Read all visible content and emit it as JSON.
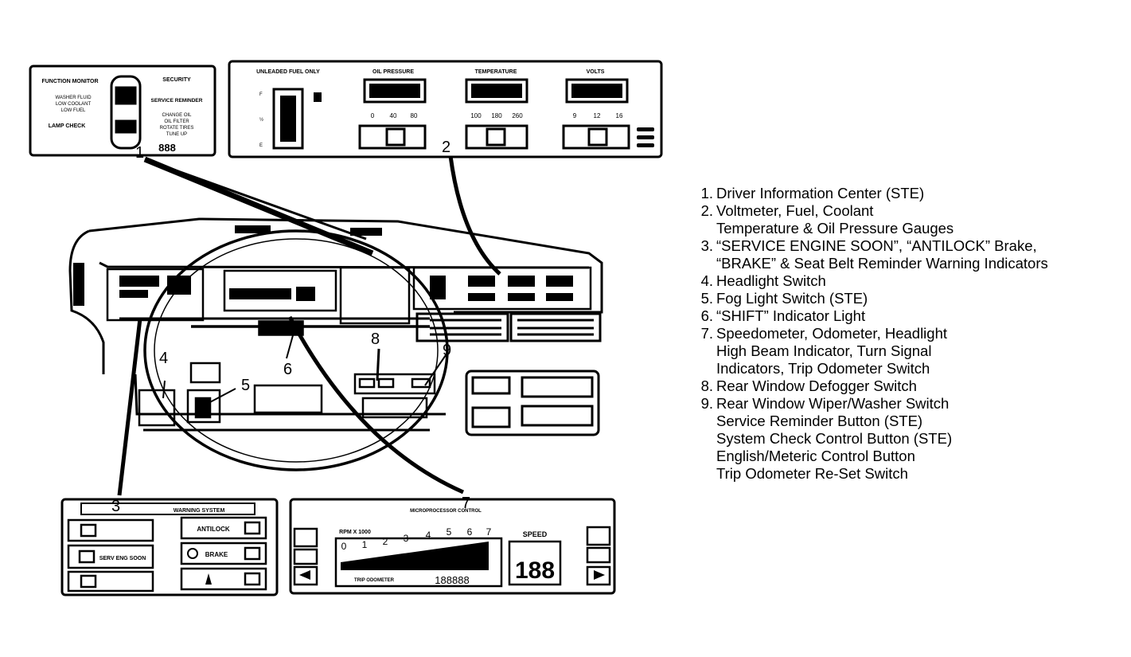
{
  "callouts": [
    "1",
    "2",
    "3",
    "4",
    "5",
    "6",
    "7",
    "8",
    "9"
  ],
  "dic_panel": {
    "function_monitor": "FUNCTION MONITOR",
    "washer_fluid": "WASHER FLUID",
    "low_coolant": "LOW COOLANT",
    "low_fuel": "LOW FUEL",
    "lamp_check": "LAMP CHECK",
    "security": "SECURITY",
    "service_reminder": "SERVICE REMINDER",
    "change_oil": "CHANGE OIL",
    "oil_filter": "OIL FILTER",
    "rotate_tires": "ROTATE TIRES",
    "tune_up": "TUNE UP",
    "digits": "888"
  },
  "gauge_panel": {
    "fuel_label": "UNLEADED FUEL ONLY",
    "oil_label": "OIL PRESSURE",
    "temp_label": "TEMPERATURE",
    "volts_label": "VOLTS",
    "fuel_f": "F",
    "fuel_half": "½",
    "fuel_e": "E",
    "oil_ticks": [
      "0",
      "40",
      "80"
    ],
    "temp_ticks": [
      "100",
      "180",
      "260"
    ],
    "volts_ticks": [
      "9",
      "12",
      "16"
    ]
  },
  "warning_panel": {
    "title": "WARNING SYSTEM",
    "antilock": "ANTILOCK",
    "serv_eng_soon": "SERV ENG SOON",
    "brake": "BRAKE"
  },
  "cluster_panel": {
    "title": "MICROPROCESSOR CONTROL",
    "rpm_label": "RPM X 1000",
    "rpm_ticks": [
      "0",
      "1",
      "2",
      "3",
      "4",
      "5",
      "6",
      "7"
    ],
    "speed_label": "SPEED",
    "speed_digits": "188",
    "odometer_label": "TRIP ODOMETER",
    "odometer_digits": "188888"
  },
  "legend": [
    {
      "num": "1.",
      "lines": [
        "Driver Information Center (STE)"
      ]
    },
    {
      "num": "2.",
      "lines": [
        "Voltmeter, Fuel, Coolant",
        "Temperature & Oil Pressure Gauges"
      ]
    },
    {
      "num": "3.",
      "lines": [
        "“SERVICE ENGINE SOON”, “ANTILOCK” Brake,",
        "“BRAKE” & Seat Belt Reminder Warning Indicators"
      ]
    },
    {
      "num": "4.",
      "lines": [
        "Headlight Switch"
      ]
    },
    {
      "num": "5.",
      "lines": [
        "Fog Light Switch (STE)"
      ]
    },
    {
      "num": "6.",
      "lines": [
        "“SHIFT” Indicator Light"
      ]
    },
    {
      "num": "7.",
      "lines": [
        "Speedometer, Odometer, Headlight",
        "High Beam Indicator, Turn Signal",
        "Indicators, Trip Odometer Switch"
      ]
    },
    {
      "num": "8.",
      "lines": [
        "Rear Window Defogger Switch"
      ]
    },
    {
      "num": "9.",
      "lines": [
        "Rear Window Wiper/Washer Switch",
        "Service Reminder Button (STE)",
        "System Check Control Button (STE)",
        "English/Meteric Control Button",
        "Trip Odometer Re-Set Switch"
      ]
    }
  ]
}
